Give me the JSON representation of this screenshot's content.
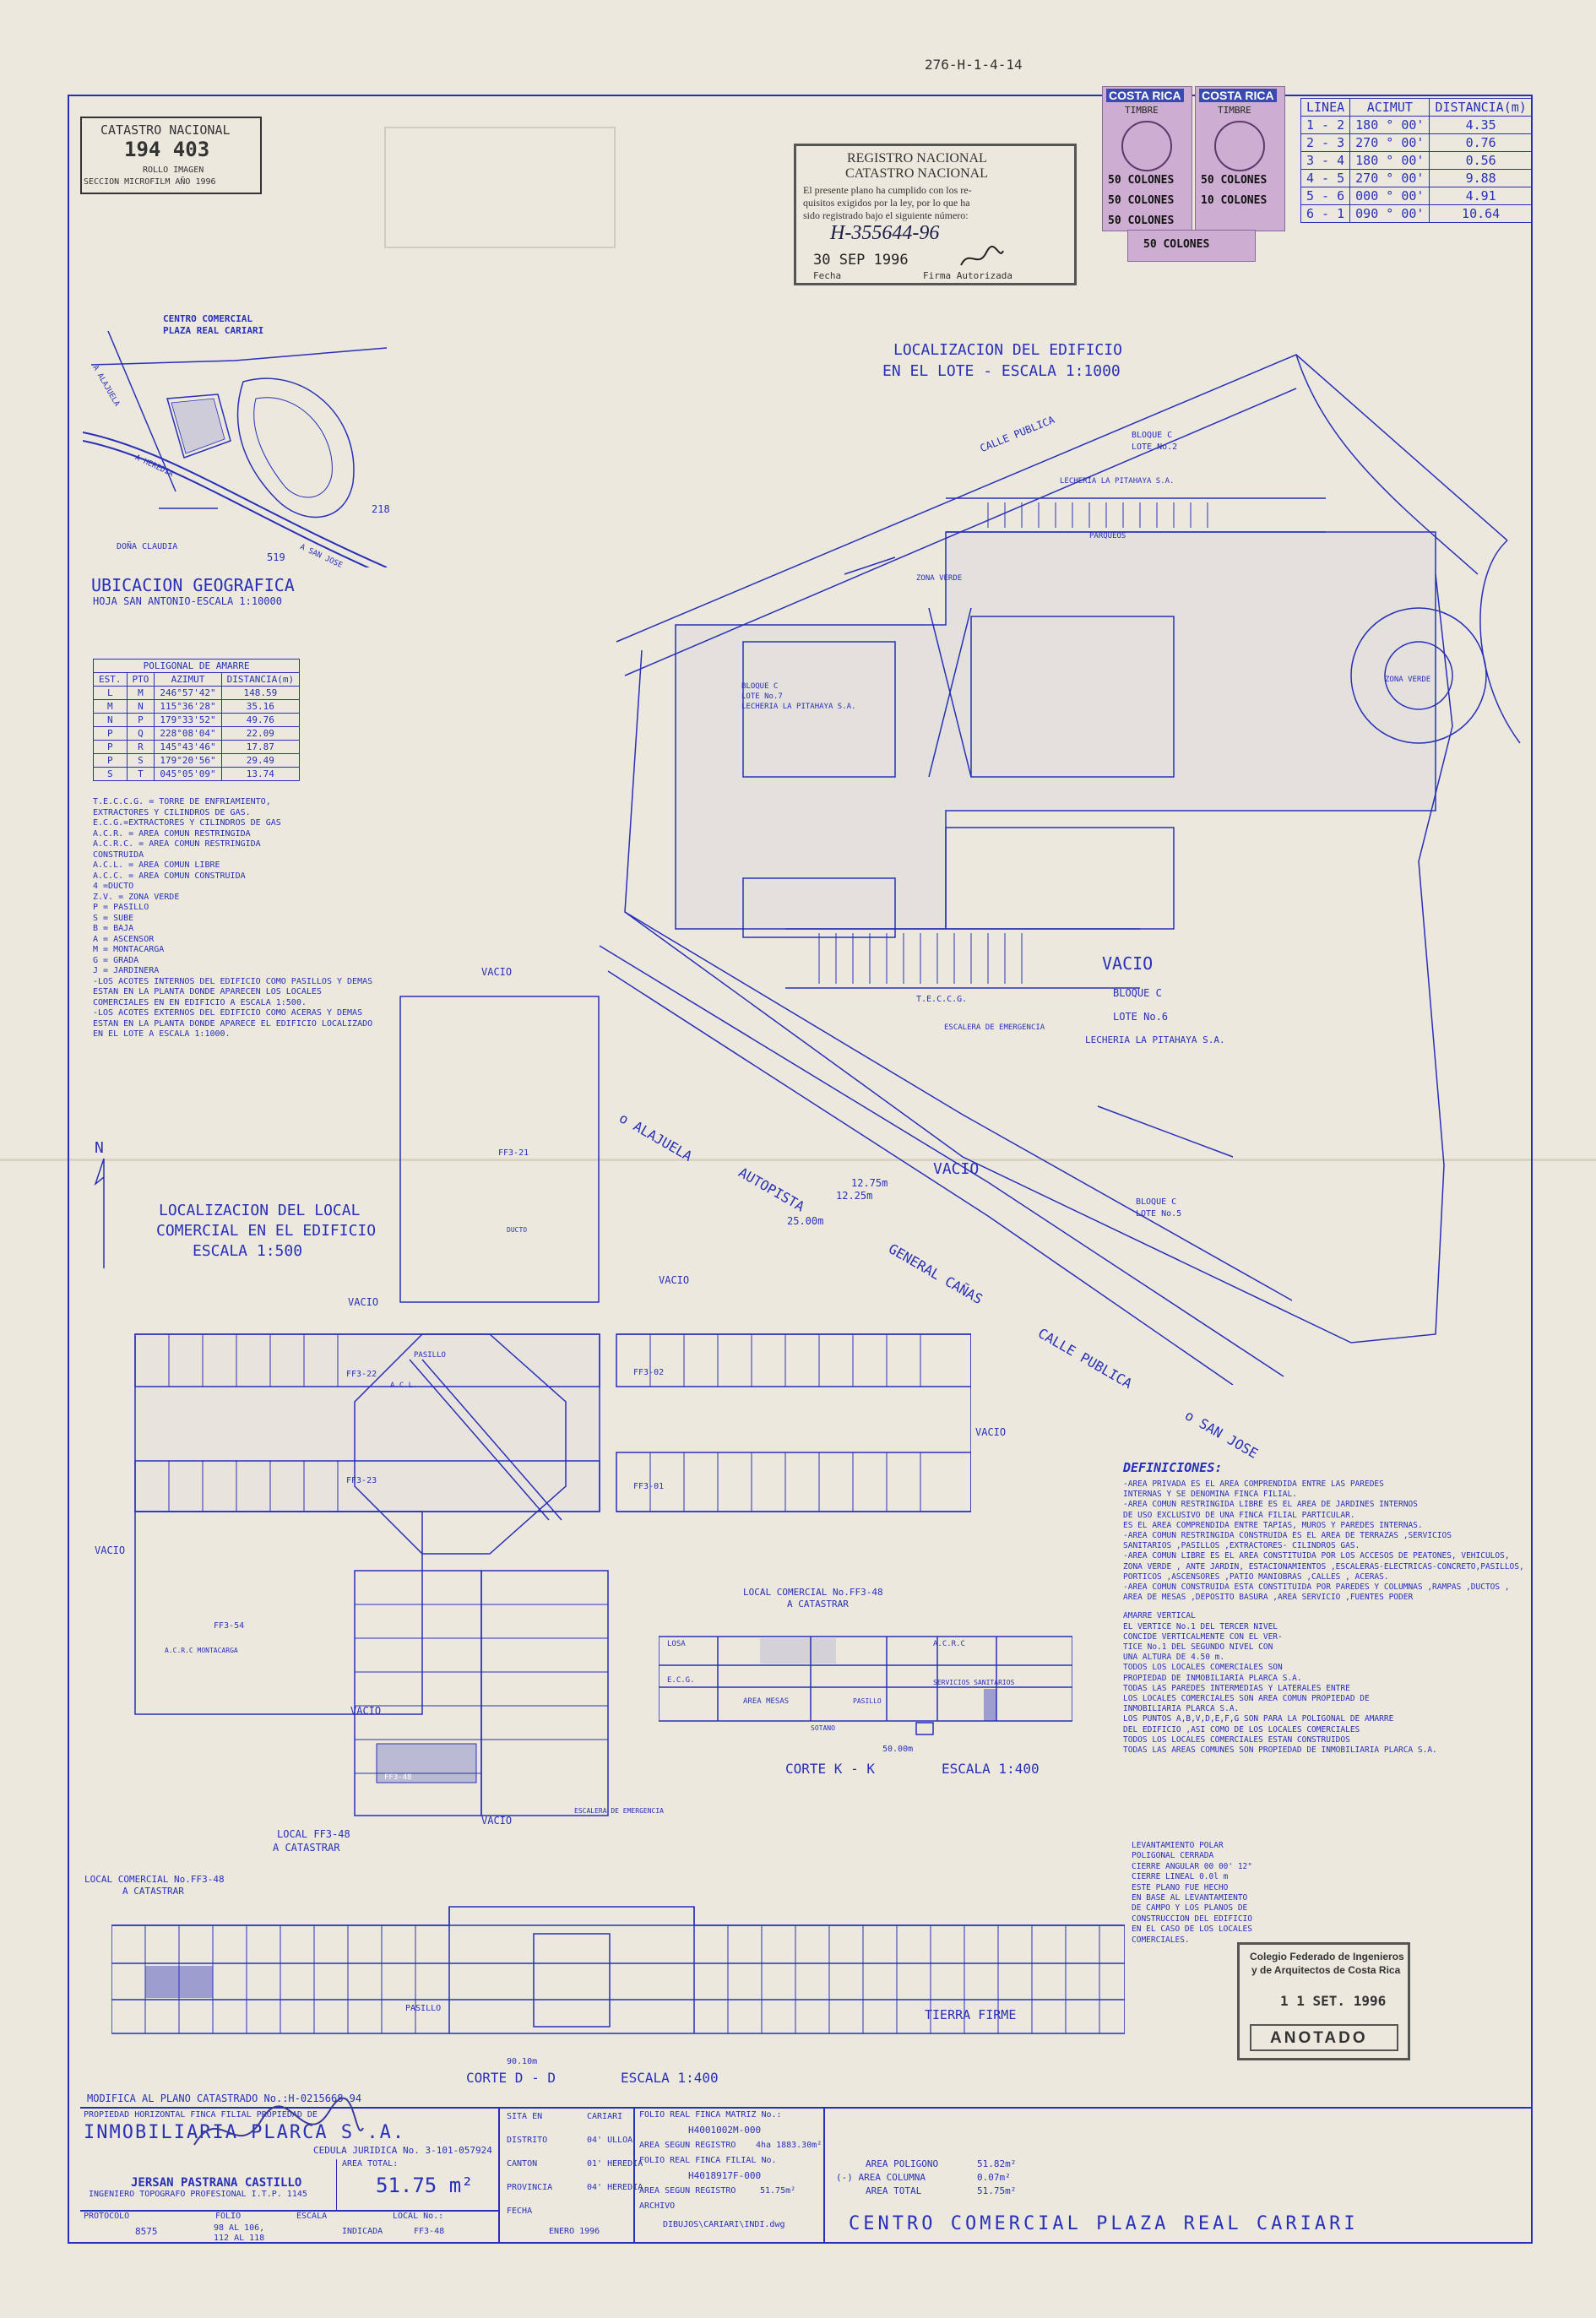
{
  "sheet_code": "276-H-1-4-14",
  "catastro_stamp": {
    "title": "CATASTRO NACIONAL",
    "number": "194 403",
    "line1": "ROLLO IMAGEN",
    "line2": "SECCION MICROFILM AÑO 1996"
  },
  "registro": {
    "title1": "REGISTRO NACIONAL",
    "title2": "CATASTRO NACIONAL",
    "text1": "El presente plano ha cumplido con los re-",
    "text2": "quisitos exigidos por la ley, por lo que ha",
    "text3": "sido registrado bajo el siguiente número:",
    "number": "H-355644-96",
    "date": "30 SEP 1996",
    "fecha_label": "Fecha",
    "firma_label": "Firma Autorizada"
  },
  "timbres": [
    {
      "label": "COSTA RICA",
      "sub": "TIMBRE",
      "value": "50 COLONES"
    },
    {
      "label": "COSTA RICA",
      "sub": "TIMBRE",
      "value": "50 COLONES"
    },
    {
      "value": "50 COLONES"
    },
    {
      "value": "50 COLONES"
    },
    {
      "value": "10 COLONES"
    },
    {
      "value": "50 COLONES"
    }
  ],
  "bearing_table": {
    "headers": [
      "LINEA",
      "ACIMUT",
      "DISTANCIA(m)"
    ],
    "rows": [
      [
        "1 - 2",
        "180 ° 00'",
        "4.35"
      ],
      [
        "2 - 3",
        "270 ° 00'",
        "0.76"
      ],
      [
        "3 - 4",
        "180 ° 00'",
        "0.56"
      ],
      [
        "4 - 5",
        "270 ° 00'",
        "9.88"
      ],
      [
        "5 - 6",
        "000 ° 00'",
        "4.91"
      ],
      [
        "6 - 1",
        "090 ° 00'",
        "10.64"
      ]
    ]
  },
  "location_map": {
    "label_center": "CENTRO COMERCIAL",
    "label_center2": "PLAZA REAL CARIARI",
    "road_alajuela": "A ALAJUELA",
    "road_heredia": "A HEREDIA",
    "road_sanjose": "A SAN JOSE",
    "km_218": "218",
    "km_519": "519",
    "dona": "DOÑA CLAUDIA",
    "title": "UBICACION GEOGRAFICA",
    "subtitle": "HOJA SAN ANTONIO-ESCALA 1:10000"
  },
  "poligonal": {
    "title": "POLIGONAL DE AMARRE",
    "headers": [
      "EST.",
      "PTO",
      "AZIMUT",
      "DISTANCIA(m)"
    ],
    "rows": [
      [
        "L",
        "M",
        "246°57'42\"",
        "148.59"
      ],
      [
        "M",
        "N",
        "115°36'28\"",
        "35.16"
      ],
      [
        "N",
        "P",
        "179°33'52\"",
        "49.76"
      ],
      [
        "P",
        "Q",
        "228°08'04\"",
        "22.09"
      ],
      [
        "P",
        "R",
        "145°43'46\"",
        "17.87"
      ],
      [
        "P",
        "S",
        "179°20'56\"",
        "29.49"
      ],
      [
        "S",
        "T",
        "045°05'09\"",
        "13.74"
      ]
    ]
  },
  "legend_lines": [
    "T.E.C.C.G. = TORRE DE ENFRIAMIENTO,",
    "EXTRACTORES Y CILINDROS DE GAS.",
    "E.C.G.=EXTRACTORES Y CILINDROS DE GAS",
    "A.C.R. = AREA COMUN RESTRINGIDA",
    "A.C.R.C. = AREA COMUN RESTRINGIDA",
    "CONSTRUIDA",
    "A.C.L. = AREA COMUN LIBRE",
    "A.C.C. = AREA COMUN CONSTRUIDA",
    "4 =DUCTO",
    "Z.V. = ZONA VERDE",
    "P = PASILLO",
    "S = SUBE",
    "B = BAJA",
    "A = ASCENSOR",
    "M = MONTACARGA",
    "G = GRADA",
    "J = JARDINERA",
    "-LOS ACOTES INTERNOS DEL EDIFICIO COMO PASILLOS Y DEMAS",
    "ESTAN EN LA PLANTA DONDE APARECEN LOS LOCALES",
    "COMERCIALES EN EN EDIFICIO A ESCALA 1:500.",
    "-LOS ACOTES EXTERNOS DEL EDIFICIO COMO ACERAS Y DEMAS",
    "ESTAN EN LA PLANTA DONDE APARECE EL EDIFICIO LOCALIZADO",
    "EN EL LOTE A ESCALA 1:1000."
  ],
  "site_plan": {
    "title1": "LOCALIZACION DEL EDIFICIO",
    "title2": "EN EL LOTE - ESCALA 1:1000",
    "calle_publica": "CALLE PUBLICA",
    "bloque_c2": "BLOQUE C",
    "lote2": "LOTE No.2",
    "lecheria": "LECHERIA LA PITAHAYA S.A.",
    "parqueos": "PARQUEOS",
    "zona_verde": "ZONA VERDE",
    "vacio": "VACIO",
    "bloque_c6": "BLOQUE C",
    "lote6": "LOTE No.6",
    "lecheria6": "LECHERIA LA PITAHAYA S.A.",
    "bloque_c5": "BLOQUE C",
    "lote5": "LOTE No.5",
    "autopista": "AUTOPISTA",
    "general_canas": "GENERAL CAÑAS",
    "calle_publica2": "CALLE PUBLICA",
    "san_jose": "o SAN JOSE",
    "alajuela": "o ALAJUELA",
    "dist1": "12.75m",
    "dist2": "12.25m",
    "dist3": "25.00m",
    "bloque_c7": "BLOQUE C",
    "lote7": "LOTE No.7",
    "lecheria7": "LECHERIA LA PITAHAYA S.A.",
    "zona_verde_r": "ZONA VERDE",
    "escalera": "ESCALERA DE EMERGENCIA",
    "tecg": "T.E.C.C.G."
  },
  "local_plan": {
    "title1": "LOCALIZACION DEL LOCAL",
    "title2": "COMERCIAL EN EL EDIFICIO",
    "title3": "ESCALA 1:500",
    "north": "N",
    "vacio": "VACIO",
    "pasillo": "PASILLO",
    "acl": "A.C.L.",
    "ff321": "FF3-21",
    "ff354": "FF3-54",
    "ff301": "FF3-01",
    "ff302": "FF3-02",
    "ff322": "FF3-22",
    "ff323": "FF3-23",
    "ff348": "FF3-48",
    "local_label1": "LOCAL FF3-48",
    "local_label2": "A CATASTRAR",
    "montacarga": "A.C.R.C MONTACARGA",
    "ducto": "DUCTO",
    "escalera": "ESCALERA DE EMERGENCIA"
  },
  "section_kk": {
    "label1": "LOCAL COMERCIAL No.FF3-48",
    "label2": "A CATASTRAR",
    "title": "CORTE K - K",
    "scale": "ESCALA 1:400",
    "losa": "LOSA",
    "ecg": "E.C.G.",
    "acrc": "A.C.R.C",
    "servicios": "SERVICIOS SANITARIOS",
    "area_mesas": "AREA MESAS",
    "pasillo": "PASILLO",
    "sotano": "SOTANO",
    "total": "50.00m"
  },
  "section_dd": {
    "label1": "LOCAL COMERCIAL No.FF3-48",
    "label2": "A CATASTRAR",
    "title": "CORTE D - D",
    "scale": "ESCALA 1:400",
    "tierra": "TIERRA FIRME",
    "pasillo": "PASILLO",
    "total": "90.10m"
  },
  "definiciones": {
    "title": "DEFINICIONES:",
    "lines": [
      "-AREA PRIVADA ES EL AREA COMPRENDIDA ENTRE LAS PAREDES",
      "INTERNAS Y SE DENOMINA FINCA FILIAL.",
      "-AREA COMUN RESTRINGIDA LIBRE ES EL AREA DE JARDINES INTERNOS",
      "DE USO EXCLUSIVO DE UNA FINCA FILIAL PARTICULAR.",
      "ES EL AREA COMPRENDIDA ENTRE TAPIAS, MUROS Y PAREDES INTERNAS.",
      "-AREA COMUN RESTRINGIDA CONSTRUIDA ES EL AREA DE TERRAZAS ,SERVICIOS",
      "SANITARIOS ,PASILLOS ,EXTRACTORES- CILINDROS GAS.",
      "-AREA COMUN LIBRE ES EL AREA CONSTITUIDA POR LOS ACCESOS DE PEATONES, VEHICULOS,",
      "ZONA VERDE , ANTE JARDIN, ESTACIONAMIENTOS ,ESCALERAS-ELECTRICAS-CONCRETO,PASILLOS,",
      "PORTICOS ,ASCENSORES ,PATIO MANIOBRAS ,CALLES , ACERAS.",
      "-AREA COMUN CONSTRUIDA ESTA CONSTITUIDA POR PAREDES Y COLUMNAS ,RAMPAS ,DUCTOS ,",
      "AREA DE MESAS ,DEPOSITO BASURA ,AREA SERVICIO ,FUENTES PODER",
      "",
      "AMARRE VERTICAL",
      "EL VERTICE No.1  DEL TERCER NIVEL",
      "CONCIDE VERTICALMENTE CON EL VER-",
      "TICE No.1  DEL SEGUNDO NIVEL CON",
      "UNA ALTURA DE 4.50 m.",
      "TODOS LOS LOCALES COMERCIALES SON",
      "PROPIEDAD DE INMOBILIARIA PLARCA S.A.",
      "TODAS LAS PAREDES INTERMEDIAS Y LATERALES ENTRE",
      "LOS LOCALES COMERCIALES SON AREA COMUN PROPIEDAD DE",
      "INMOBILIARIA PLARCA S.A.",
      "LOS PUNTOS A,B,V,D,E,F,G SON PARA LA POLIGONAL DE AMARRE",
      "DEL EDIFICIO ,ASI COMO DE LOS LOCALES COMERCIALES",
      "TODOS LOS LOCALES COMERCIALES ESTAN CONSTRUIDOS",
      "TODAS LAS AREAS COMUNES SON PROPIEDAD DE INMOBILIARIA PLARCA S.A."
    ],
    "lev_lines": [
      "LEVANTAMIENTO POLAR",
      "POLIGONAL  CERRADA",
      "CIERRE ANGULAR  00 00' 12\"",
      "CIERRE  LINEAL  0.0l m",
      "ESTE PLANO FUE HECHO",
      "EN BASE AL LEVANTAMIENTO",
      "DE CAMPO Y LOS PLANOS DE",
      "CONSTRUCCION DEL EDIFICIO",
      "EN EL CASO DE LOS LOCALES",
      "COMERCIALES."
    ]
  },
  "colegio_stamp": {
    "line1": "Colegio Federado de Ingenieros",
    "line2": "y de Arquitectos de Costa Rica",
    "date": "1 1 SET. 1996",
    "word": "ANOTADO"
  },
  "title_block": {
    "modifica": "MODIFICA AL PLANO CATASTRADO No.:H-0215668-94",
    "propiedad_label": "PROPIEDAD HORIZONTAL FINCA FILIAL PROPIEDAD DE",
    "owner": "INMOBILIARIA PLARCA S .A.",
    "cedula": "CEDULA JURIDICA No. 3-101-057924",
    "engineer": "JERSAN PASTRANA CASTILLO",
    "engineer_title": "INGENIERO TOPOGRAFO PROFESIONAL I.T.P. 1145",
    "area_total_label": "AREA TOTAL:",
    "area_total": "51.75 m²",
    "protocolo_label": "PROTOCOLO",
    "protocolo": "8575",
    "folio_label": "FOLIO",
    "folio": "98 AL 106, 112 AL 118",
    "escala_label": "ESCALA",
    "escala": "INDICADA",
    "local_label": "LOCAL No.:",
    "local": "FF3-48",
    "sita_label": "SITA EN",
    "sita": "CARIARI",
    "distrito_label": "DISTRITO",
    "distrito": "04' ULLOA",
    "canton_label": "CANTON",
    "canton": "01' HEREDIA",
    "provincia_label": "PROVINCIA",
    "provincia": "04' HEREDIA",
    "fecha_label": "FECHA",
    "fecha": "ENERO 1996",
    "folio_matriz_label": "FOLIO REAL FINCA MATRIZ No.:",
    "folio_matriz": "H4001002M-000",
    "area_registro_label": "AREA SEGUN REGISTRO",
    "area_registro": "4ha 1883.30m²",
    "folio_filial_label": "FOLIO REAL FINCA FILIAL No.",
    "folio_filial": "H4018917F-000",
    "area_registro2_label": "AREA SEGUN REGISTRO",
    "area_registro2": "51.75m²",
    "archivo_label": "ARCHIVO",
    "archivo": "DIBUJOS\\CARIARI\\INDI.dwg",
    "area_poligono_label": "AREA POLIGONO",
    "area_poligono": "51.82m²",
    "area_columna_label": "(-) AREA COLUMNA",
    "area_columna": "0.07m²",
    "area_total2_label": "AREA TOTAL",
    "area_total2": "51.75m²",
    "project": "CENTRO COMERCIAL PLAZA REAL CARIARI"
  }
}
